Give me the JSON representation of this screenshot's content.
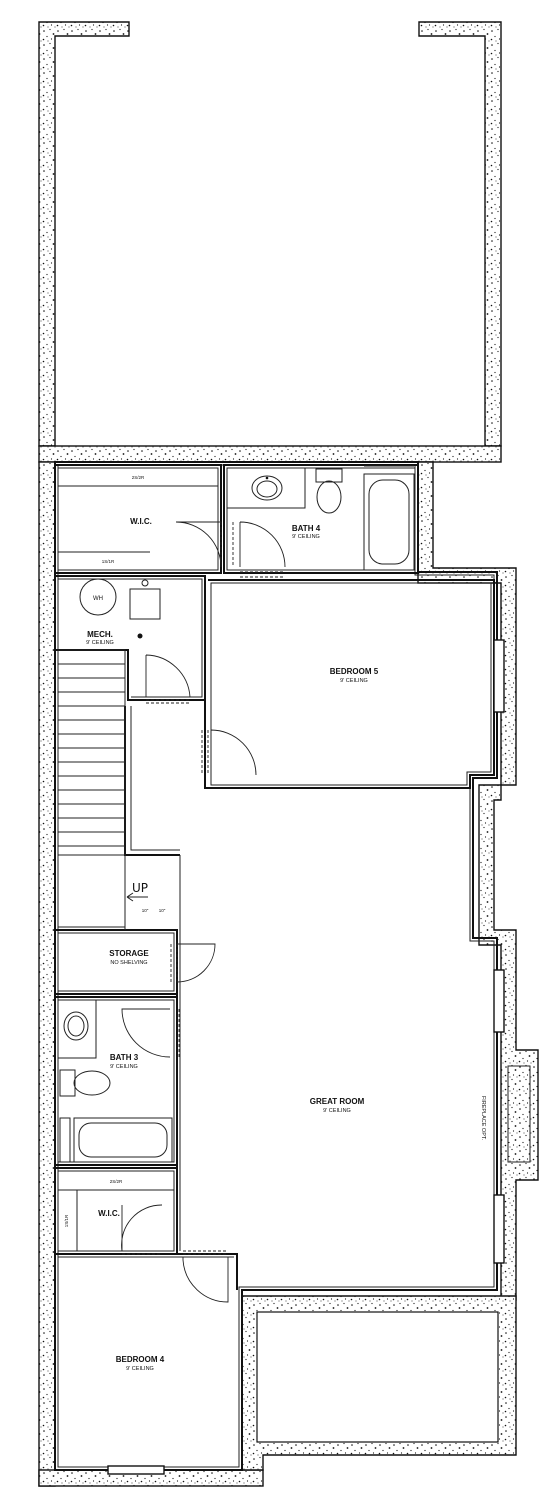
{
  "rooms": {
    "wic_top": {
      "label": "W.I.C.",
      "shelf_top": "2S/2R",
      "shelf_bottom": "1S/1R"
    },
    "bath4": {
      "label": "BATH 4",
      "ceiling": "9' CEILING"
    },
    "mech": {
      "label": "MECH.",
      "ceiling": "9' CEILING",
      "water_heater": "WH"
    },
    "bedroom5": {
      "label": "BEDROOM 5",
      "ceiling": "9' CEILING"
    },
    "stairs": {
      "label": "UP",
      "dim_left": "10\"",
      "dim_right": "10\""
    },
    "storage": {
      "label": "STORAGE",
      "note": "NO SHELVING"
    },
    "bath3": {
      "label": "BATH 3",
      "ceiling": "9' CEILING"
    },
    "great_room": {
      "label": "GREAT ROOM",
      "ceiling": "9' CEILING",
      "fireplace": "FIREPLACE OPT."
    },
    "wic_bottom": {
      "label": "W.I.C.",
      "shelf_top": "2S/2R",
      "shelf_side": "1S/1R"
    },
    "bedroom4": {
      "label": "BEDROOM 4",
      "ceiling": "9' CEILING"
    }
  }
}
